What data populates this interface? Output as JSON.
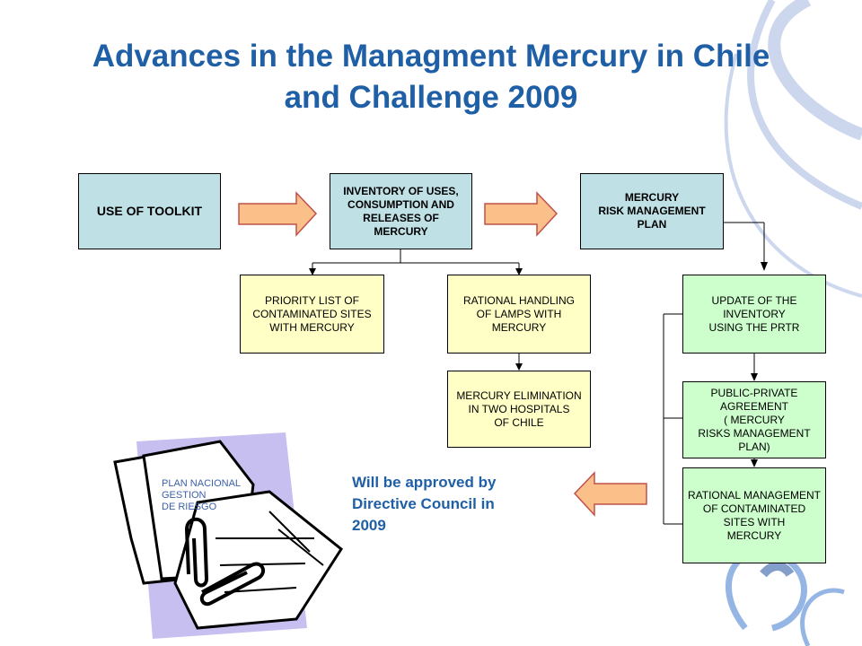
{
  "title": {
    "line1": "Advances in the Managment Mercury in Chile",
    "line2": "and Challenge 2009"
  },
  "boxes": {
    "toolkit": [
      "USE OF TOOLKIT"
    ],
    "inventory": [
      "INVENTORY OF USES,",
      "CONSUMPTION AND",
      "RELEASES OF",
      "MERCURY"
    ],
    "risk_plan": [
      "MERCURY",
      "RISK MANAGEMENT",
      "PLAN"
    ],
    "priority_list": [
      "PRIORITY LIST OF",
      "CONTAMINATED SITES",
      "WITH MERCURY"
    ],
    "lamps": [
      "RATIONAL HANDLING",
      "OF LAMPS WITH",
      "MERCURY"
    ],
    "hospitals": [
      "MERCURY ELIMINATION",
      "IN TWO HOSPITALS",
      "OF CHILE"
    ],
    "update_inventory": [
      "UPDATE OF THE",
      "INVENTORY",
      "USING THE PRTR"
    ],
    "agreement": [
      "PUBLIC-PRIVATE",
      "AGREEMENT",
      "( MERCURY",
      "RISKS MANAGEMENT",
      "PLAN)"
    ],
    "contaminated_sites": [
      "RATIONAL MANAGEMENT",
      "OF CONTAMINATED",
      "SITES WITH",
      "MERCURY"
    ]
  },
  "note": [
    "Will be approved by",
    "Directive Council in",
    "2009"
  ],
  "clipart_text": [
    "PLAN NACIONAL",
    "GESTION",
    "DE RIESGO"
  ],
  "colors": {
    "title": "#1f5fa6",
    "box_blue": "#bfe1e6",
    "box_yellow": "#ffffc6",
    "box_green": "#ccffcc",
    "arrow_fill": "#fbc08a",
    "arrow_stroke": "#c0504d"
  },
  "icons": [
    "right-block-arrow-icon",
    "left-block-arrow-icon",
    "document-clipart-icon",
    "paperclip-icon",
    "swirl-decoration-icon"
  ]
}
